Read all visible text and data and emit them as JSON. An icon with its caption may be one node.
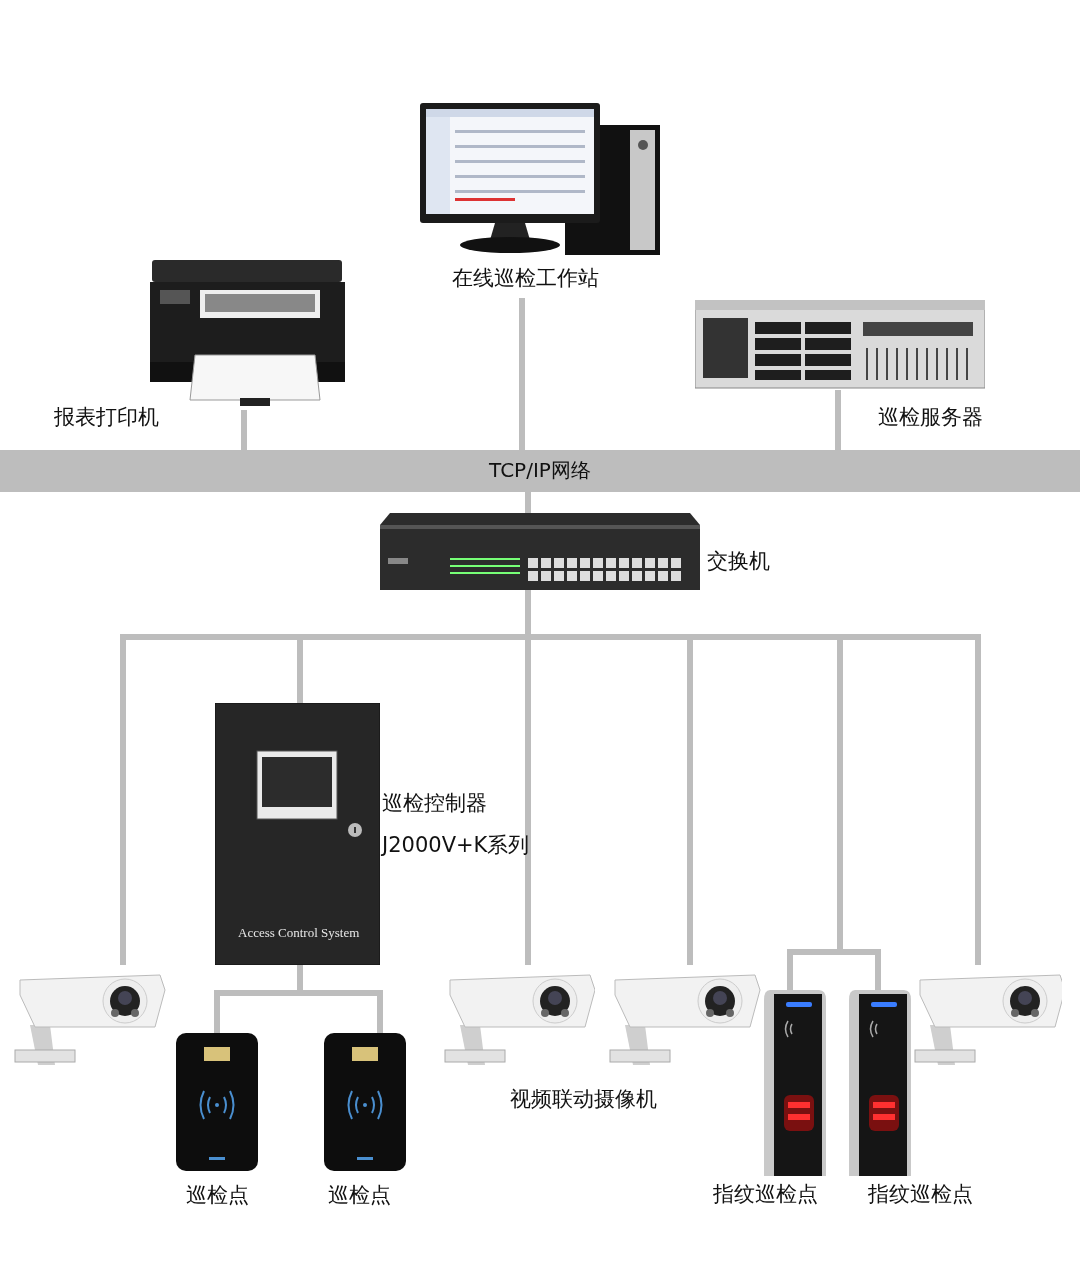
{
  "diagram": {
    "nodes": [
      {
        "text": [
          "在线巡检工作站"
        ]
      },
      {
        "text": [
          "报表打印机"
        ]
      },
      {
        "text": [
          "巡检服务器"
        ]
      },
      {
        "text": [
          "TCP/IP网络"
        ]
      },
      {
        "text": [
          "交换机"
        ]
      },
      {
        "text": [
          "巡检控制器",
          "J2000V+K系列"
        ]
      },
      {
        "text": [],
        "shape": "picture"
      },
      {
        "text": [
          "巡检点"
        ]
      },
      {
        "text": [
          "巡检点"
        ]
      },
      {
        "text": [],
        "shape": "picture"
      },
      {
        "text": [],
        "shape": "picture"
      },
      {
        "text": [
          "指纹巡检点"
        ]
      },
      {
        "text": [
          "指纹巡检点"
        ]
      },
      {
        "text": [],
        "shape": "picture"
      }
    ],
    "edges": [
      {
        "from": 0,
        "to": 3,
        "arrow": "none"
      },
      {
        "from": 1,
        "to": 3,
        "arrow": "none"
      },
      {
        "from": 2,
        "to": 3,
        "arrow": "none"
      },
      {
        "from": 4,
        "to": 3,
        "arrow": "none"
      },
      {
        "from": 4,
        "to": 6,
        "arrow": "none"
      },
      {
        "from": 4,
        "to": 5,
        "arrow": "none"
      },
      {
        "from": 4,
        "to": 9,
        "arrow": "none"
      },
      {
        "from": 4,
        "to": 10,
        "arrow": "none"
      },
      {
        "from": 4,
        "to": 11,
        "arrow": "none"
      },
      {
        "from": 4,
        "to": 12,
        "arrow": "none"
      },
      {
        "from": 4,
        "to": 13,
        "arrow": "none"
      },
      {
        "from": 5,
        "to": 7,
        "arrow": "none"
      },
      {
        "from": 5,
        "to": 8,
        "arrow": "none"
      }
    ],
    "labels": [
      "Access Control System",
      "视频联动摄像机"
    ]
  }
}
